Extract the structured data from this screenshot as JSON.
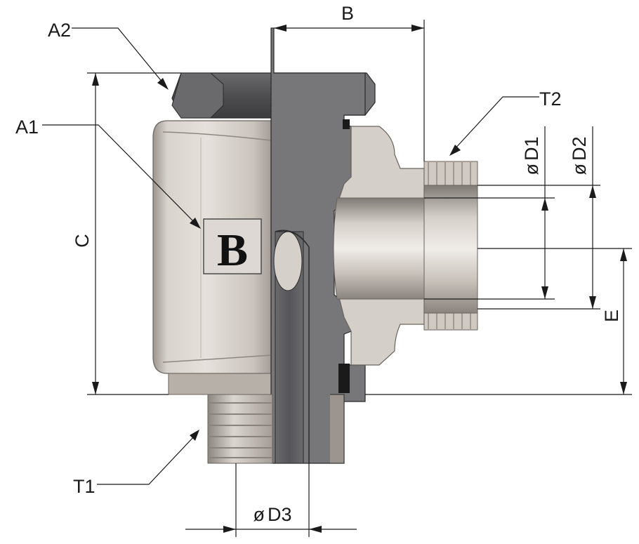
{
  "diagram": {
    "labels": {
      "a2": "A2",
      "a1": "A1",
      "b_top": "B",
      "b_marking": "B",
      "c": "C",
      "t2": "T2",
      "d1": "D1",
      "d2": "D2",
      "e": "E",
      "t1": "T1",
      "d3": "D3"
    },
    "diameter_symbol": "ø",
    "colors": {
      "metal_light": "#d8d2cc",
      "metal_mid": "#b9b2ab",
      "metal_dark": "#8f8882",
      "section_cut": "#6e6e70",
      "nut_dark": "#5a5a5c",
      "line": "#1a1a1a"
    }
  }
}
